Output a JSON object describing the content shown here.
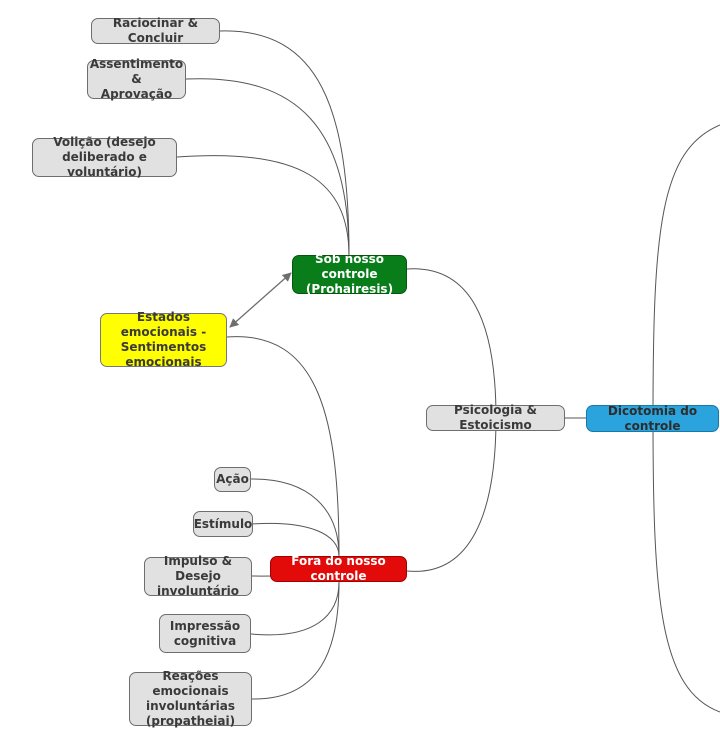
{
  "diagram": {
    "colors": {
      "edge": "#555555",
      "node_default": "#e1e1e1",
      "green": "#0a7d1b",
      "red": "#e30a0a",
      "blue": "#2ba3dc",
      "yellow": "#ffff00"
    },
    "nodes": {
      "root": "Dicotomia do controle",
      "psicologia": "Psicologia & Estoicismo",
      "sob": "Sob nosso controle\n(Prohairesis)",
      "fora": "Fora do nosso controle",
      "estados": "Estados emocionais -\nSentimentos\nemocionais",
      "raciocinar": "Raciocinar & Concluir",
      "assentimento": "Assentimento &\nAprovação",
      "volicao": "Volição (desejo\ndeliberado e voluntário)",
      "acao": "Ação",
      "estimulo": "Estímulo",
      "impulso": "Impulso & Desejo\ninvoluntário",
      "impressao": "Impressão\ncognitiva",
      "reacoes": "Reações emocionais\ninvoluntárias\n(propatheiai)"
    },
    "edges": [
      [
        "root",
        "psicologia"
      ],
      [
        "psicologia",
        "sob"
      ],
      [
        "psicologia",
        "fora"
      ],
      [
        "sob",
        "raciocinar"
      ],
      [
        "sob",
        "assentimento"
      ],
      [
        "sob",
        "volicao"
      ],
      [
        "sob",
        "estados"
      ],
      [
        "fora",
        "estados"
      ],
      [
        "fora",
        "acao"
      ],
      [
        "fora",
        "estimulo"
      ],
      [
        "fora",
        "impulso"
      ],
      [
        "fora",
        "impressao"
      ],
      [
        "fora",
        "reacoes"
      ]
    ]
  }
}
